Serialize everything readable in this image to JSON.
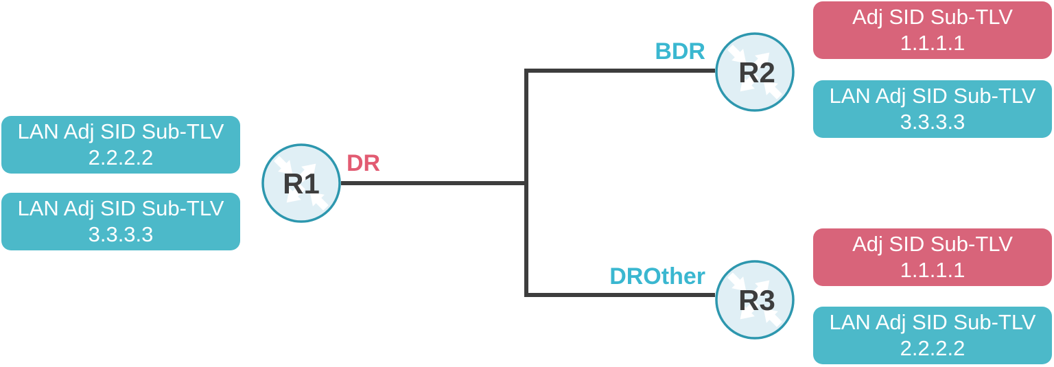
{
  "diagram": {
    "type": "network-topology",
    "colors": {
      "badge_teal": "#4cb9c9",
      "badge_red": "#d8647a",
      "role_dr": "#e25b72",
      "role_other": "#3ab7d0",
      "link_line": "#3d3d3d",
      "router_fill": "#e0eff5",
      "router_stroke": "#2d97ae",
      "router_label": "#3d3d3d"
    }
  },
  "routers": [
    {
      "name": "R1",
      "role": "DR"
    },
    {
      "name": "R2",
      "role": "BDR"
    },
    {
      "name": "R3",
      "role": "DROther"
    }
  ],
  "badges": [
    {
      "router": "R1",
      "variant": "teal",
      "line1": "LAN Adj SID Sub-TLV",
      "line2": "2.2.2.2"
    },
    {
      "router": "R1",
      "variant": "teal",
      "line1": "LAN Adj SID Sub-TLV",
      "line2": "3.3.3.3"
    },
    {
      "router": "R2",
      "variant": "red",
      "line1": "Adj SID Sub-TLV",
      "line2": "1.1.1.1"
    },
    {
      "router": "R2",
      "variant": "teal",
      "line1": "LAN Adj SID Sub-TLV",
      "line2": "3.3.3.3"
    },
    {
      "router": "R3",
      "variant": "red",
      "line1": "Adj SID Sub-TLV",
      "line2": "1.1.1.1"
    },
    {
      "router": "R3",
      "variant": "teal",
      "line1": "LAN Adj SID Sub-TLV",
      "line2": "2.2.2.2"
    }
  ]
}
